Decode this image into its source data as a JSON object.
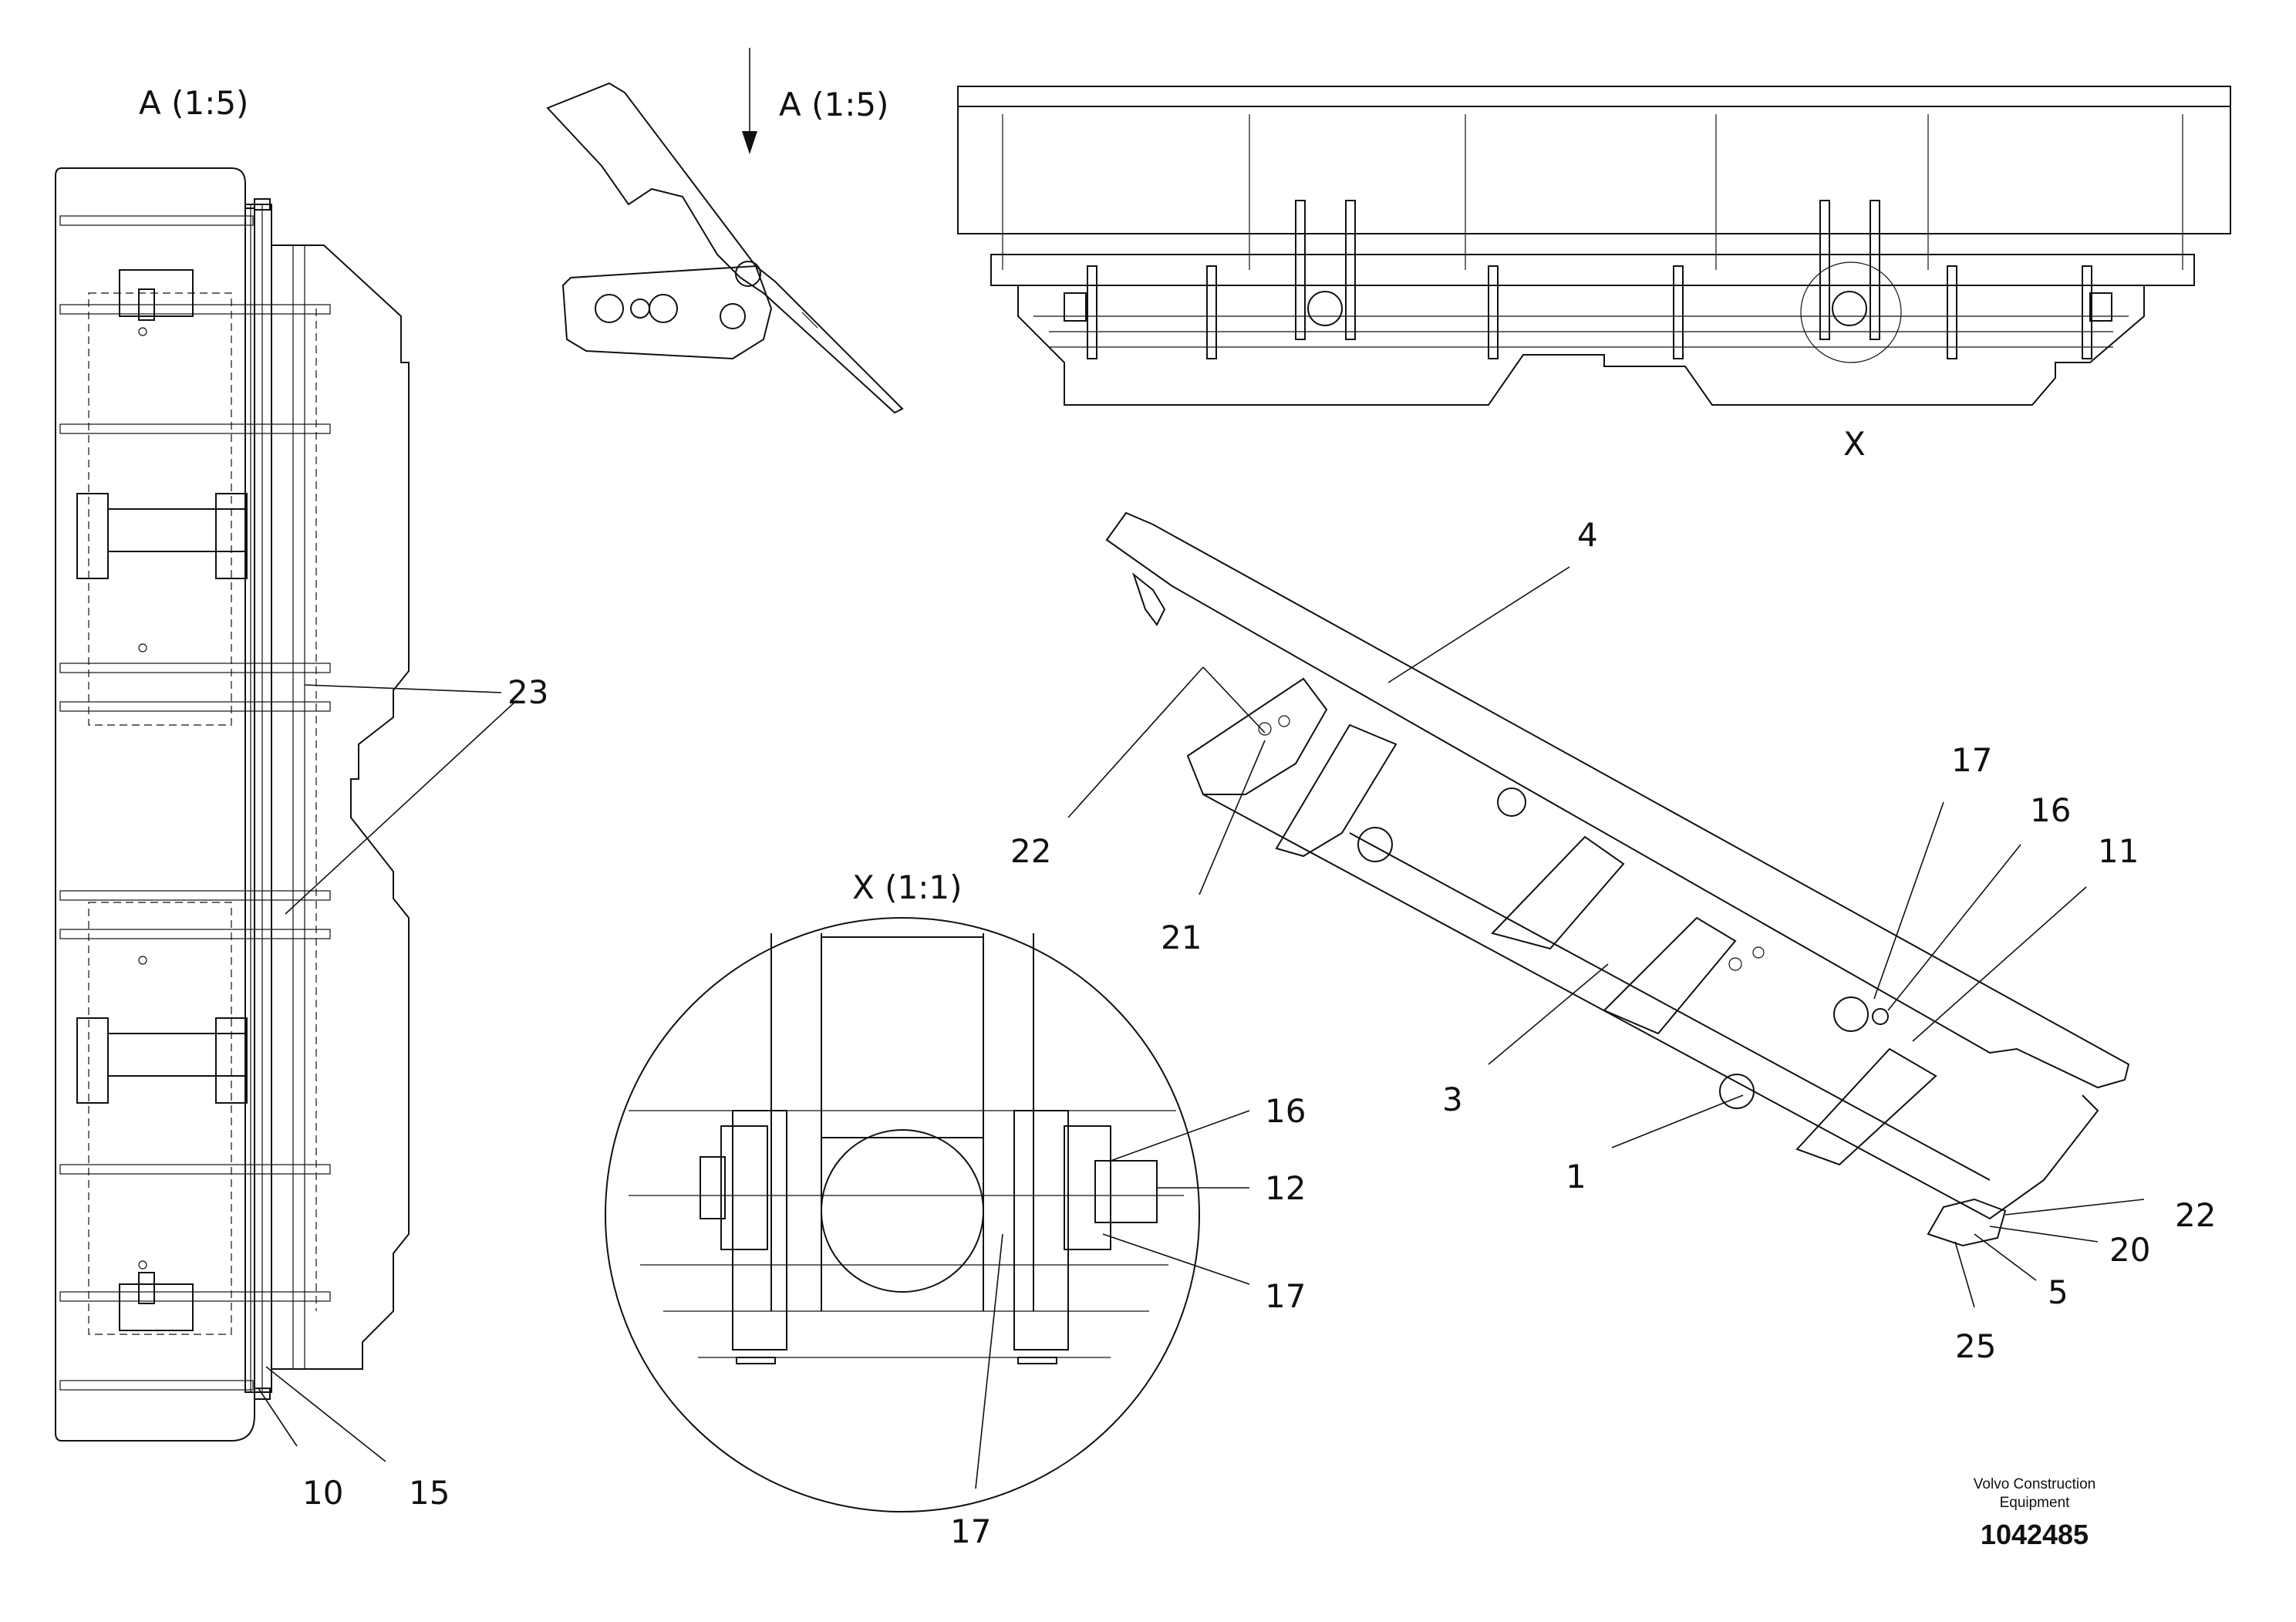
{
  "views": {
    "view_a_left": "A (1:5)",
    "view_a_top": "A (1:5)",
    "detail_marker": "X",
    "detail_view": "X (1:1)"
  },
  "callouts": {
    "left_23": "23",
    "left_10": "10",
    "left_15": "15",
    "iso_4": "4",
    "iso_22_top": "22",
    "iso_21": "21",
    "iso_17": "17",
    "iso_16": "16",
    "iso_11": "11",
    "iso_3": "3",
    "iso_1": "1",
    "iso_22_bottom": "22",
    "iso_20": "20",
    "iso_5": "5",
    "iso_25": "25",
    "det_16": "16",
    "det_12": "12",
    "det_17_right": "17",
    "det_17_bottom": "17"
  },
  "title_block": {
    "company_line1": "Volvo Construction",
    "company_line2": "Equipment",
    "document_number": "1042485"
  }
}
